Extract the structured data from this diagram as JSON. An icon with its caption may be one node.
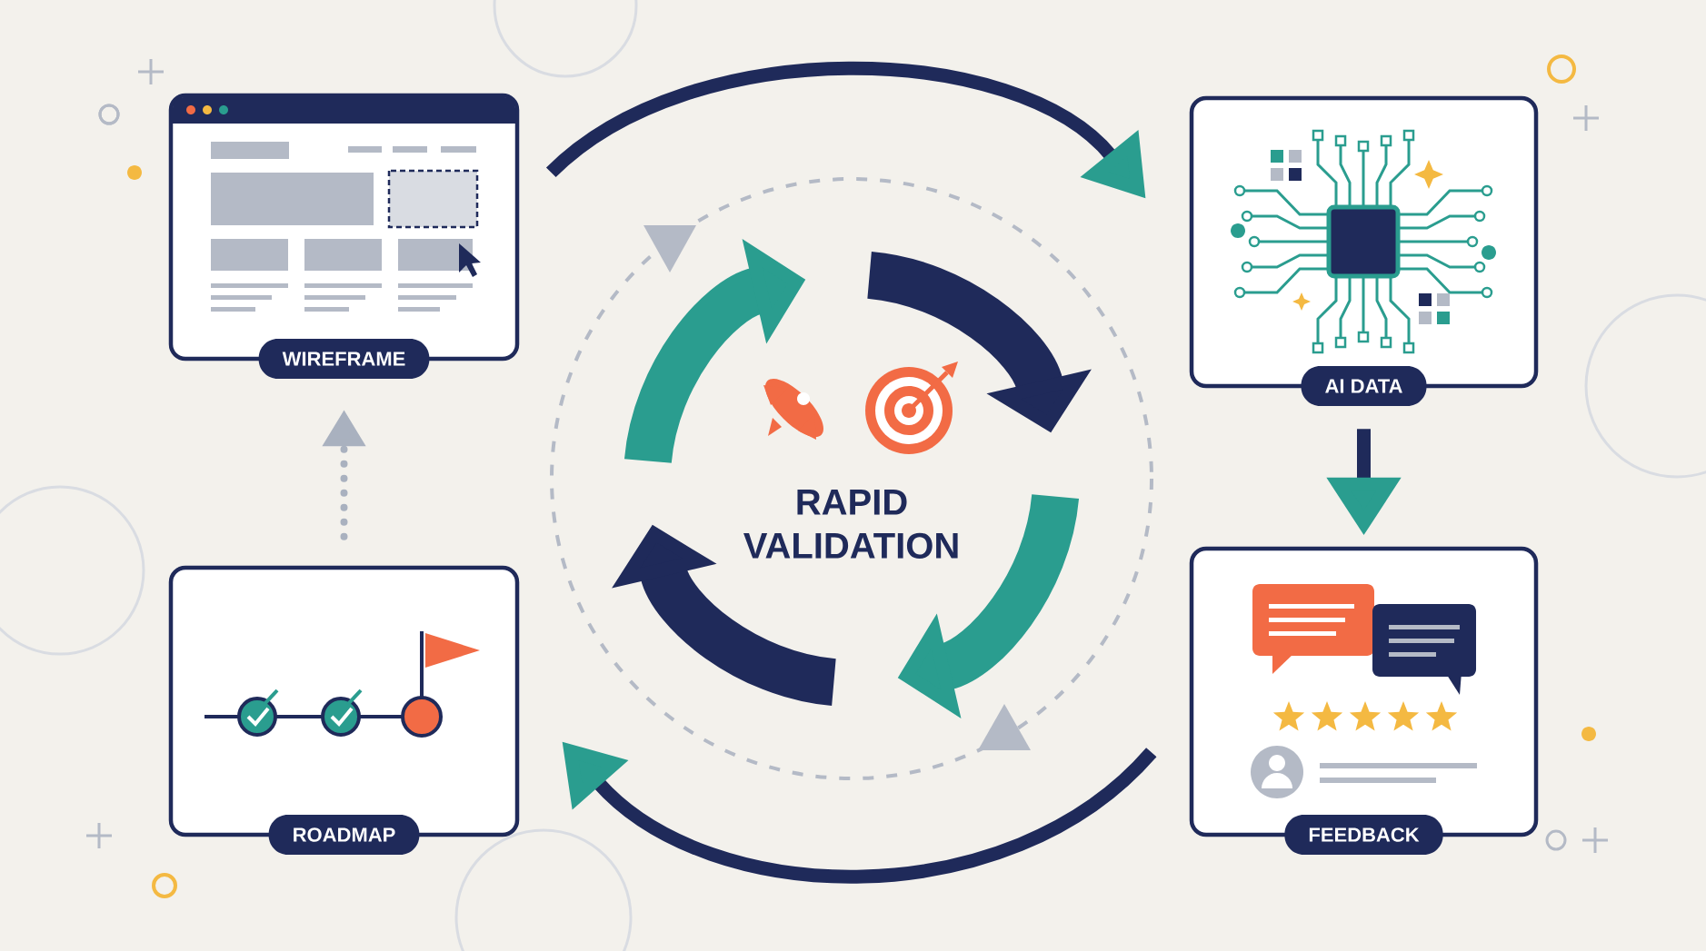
{
  "diagram": {
    "nodes": [
      {
        "text": [
          "WIREFRAME"
        ]
      },
      {
        "text": [
          "AI DATA"
        ]
      },
      {
        "text": [
          "FEEDBACK"
        ]
      },
      {
        "text": [
          "ROADMAP"
        ]
      }
    ],
    "edges": [
      {
        "from": 0,
        "to": 1,
        "arrow": "to"
      },
      {
        "from": 1,
        "to": 2,
        "arrow": "to"
      },
      {
        "from": 2,
        "to": 3,
        "arrow": "to"
      },
      {
        "from": 3,
        "to": 0,
        "arrow": "to",
        "style": "dashed",
        "color": "#a9b1bf"
      }
    ],
    "labels": [
      "RAPID VALIDATION"
    ]
  }
}
